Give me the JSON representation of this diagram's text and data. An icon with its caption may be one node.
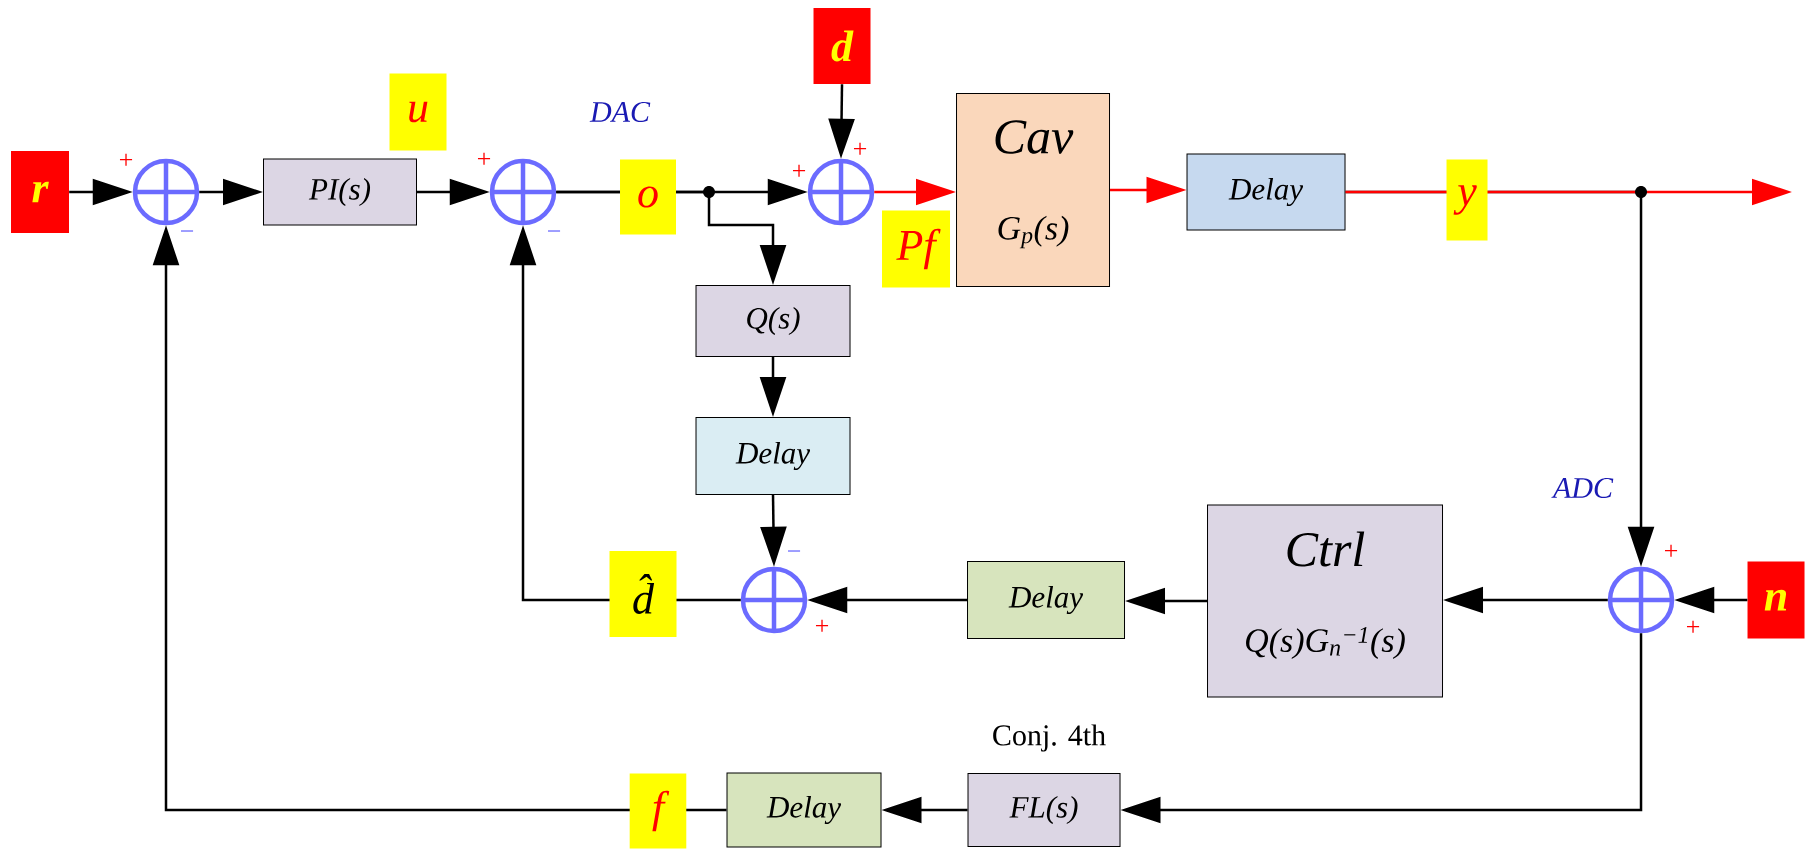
{
  "diagram": {
    "nodes": [
      {
        "text": [
          "r"
        ]
      },
      {
        "text": [],
        "shape": "circle"
      },
      {
        "text": [
          "PI(s)"
        ]
      },
      {
        "text": [],
        "shape": "circle"
      },
      {
        "text": [
          "d"
        ]
      },
      {
        "text": [],
        "shape": "circle"
      },
      {
        "text": [
          "Cav",
          "G$_{p}$(s)"
        ]
      },
      {
        "text": [
          "Delay"
        ]
      },
      {
        "text": [
          "Q(s)"
        ]
      },
      {
        "text": [
          "Delay"
        ]
      },
      {
        "text": [],
        "shape": "circle"
      },
      {
        "text": [
          "Ctrl",
          "Q(s)G$_{n}$$^{−1}$(s)"
        ]
      },
      {
        "text": [
          "Delay"
        ]
      },
      {
        "text": [
          "n"
        ]
      },
      {
        "text": [],
        "shape": "circle"
      },
      {
        "text": [
          "FL(s)"
        ],
        "beside": [
          "Conj. 4th"
        ]
      },
      {
        "text": [
          "Delay"
        ]
      }
    ],
    "edges": [
      {
        "from": 0,
        "to": 1,
        "arrow": "to"
      },
      {
        "from": 1,
        "to": 2,
        "arrow": "to"
      },
      {
        "from": 2,
        "to": 3,
        "arrow": "to",
        "label": "u"
      },
      {
        "from": 3,
        "to": 5,
        "arrow": "to",
        "label": "o"
      },
      {
        "from": 3,
        "to": 8,
        "arrow": "to"
      },
      {
        "from": 4,
        "to": 5,
        "arrow": "to"
      },
      {
        "from": 5,
        "to": 6,
        "arrow": "to",
        "label": "Pf",
        "color": "#ff0000"
      },
      {
        "from": 6,
        "to": 7,
        "arrow": "to",
        "color": "#ff0000"
      },
      {
        "from": 7,
        "to": null,
        "arrow": "to",
        "label": "y",
        "color": "#ff0000"
      },
      {
        "from": 7,
        "to": 14,
        "arrow": "to"
      },
      {
        "from": 8,
        "to": 9,
        "arrow": "to"
      },
      {
        "from": 9,
        "to": 10,
        "arrow": "to"
      },
      {
        "from": 10,
        "to": 3,
        "arrow": "to",
        "label": "d̂"
      },
      {
        "from": 13,
        "to": 14,
        "arrow": "to"
      },
      {
        "from": 14,
        "to": 11,
        "arrow": "to"
      },
      {
        "from": 11,
        "to": 12,
        "arrow": "to"
      },
      {
        "from": 12,
        "to": 10,
        "arrow": "to"
      },
      {
        "from": 14,
        "to": 15,
        "arrow": "to"
      },
      {
        "from": 15,
        "to": 16,
        "arrow": "to"
      },
      {
        "from": 16,
        "to": 1,
        "arrow": "to",
        "label": "f"
      }
    ],
    "labels": [
      "+",
      "+",
      "DAC",
      "+",
      "+",
      "−",
      "−",
      "ADC",
      "+",
      "−",
      "+",
      "+"
    ]
  }
}
